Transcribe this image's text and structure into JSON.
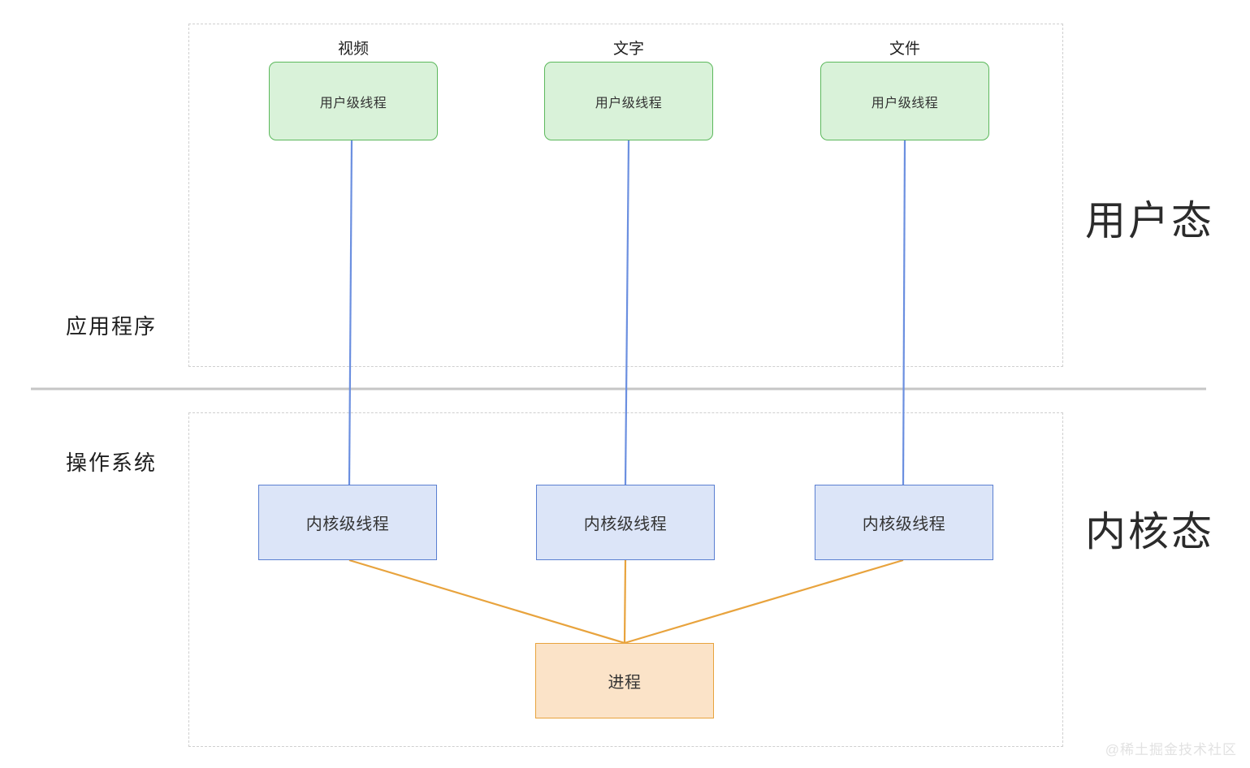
{
  "diagram": {
    "title": "User-level threads mapped to kernel-level threads and a process",
    "colors": {
      "user_thread_fill": "#d9f2d9",
      "user_thread_border": "#5cb85c",
      "kernel_thread_fill": "#dce5f8",
      "kernel_thread_border": "#5a7fd1",
      "process_fill": "#fbe3c8",
      "process_border": "#e8a33d",
      "zone_border": "#cfcfcf",
      "divider": "#c6c6c6",
      "blue_connector": "#6b8fe0",
      "orange_connector": "#e8a33d",
      "text": "#1f1f1f",
      "watermark": "#e2e2e2"
    },
    "captions": [
      {
        "label": "视频"
      },
      {
        "label": "文字"
      },
      {
        "label": "文件"
      }
    ],
    "user_threads": [
      {
        "label": "用户级线程"
      },
      {
        "label": "用户级线程"
      },
      {
        "label": "用户级线程"
      }
    ],
    "kernel_threads": [
      {
        "label": "内核级线程"
      },
      {
        "label": "内核级线程"
      },
      {
        "label": "内核级线程"
      }
    ],
    "process": {
      "label": "进程"
    },
    "side_labels": {
      "application": "应用程序",
      "operating_system": "操作系统"
    },
    "mode_labels": {
      "user_mode": "用户态",
      "kernel_mode": "内核态"
    },
    "watermark": "@稀土掘金技术社区"
  }
}
